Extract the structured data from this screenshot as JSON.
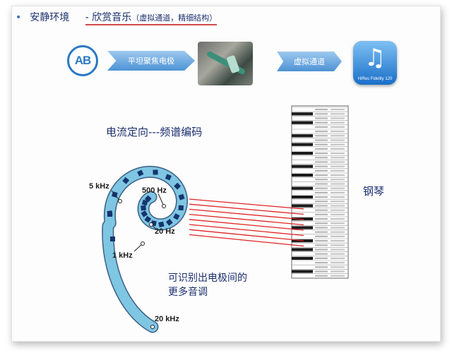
{
  "header": {
    "bullet": "•",
    "title": "安静环境",
    "dash": "-",
    "subtitle_main": "欣赏音乐",
    "subtitle_paren": "（虚拟通道，精细结构）"
  },
  "flow": {
    "logo_text": "AB",
    "arrow1_label": "平坦聚焦电极",
    "arrow2_label": "虚拟通道",
    "music_icon": "music-note-icon",
    "music_label": "HiRes Fidelity 120"
  },
  "section_title": "电流定向---频谱编码",
  "cochlea": {
    "label_5k": "5 kHz",
    "label_500": "500 Hz",
    "label_20": "20 Hz",
    "label_1k": "1 kHz",
    "label_20k": "20 kHz"
  },
  "piano_label": "钢琴",
  "caption_line1": "可识别出电极间的",
  "caption_line2": "更多音调",
  "colors": {
    "accent_blue": "#2b79c2",
    "title_navy": "#1a2f6d",
    "red_lines": "#e02424",
    "cochlea_fill": "#7fc6e3",
    "electrode": "#15356e"
  }
}
